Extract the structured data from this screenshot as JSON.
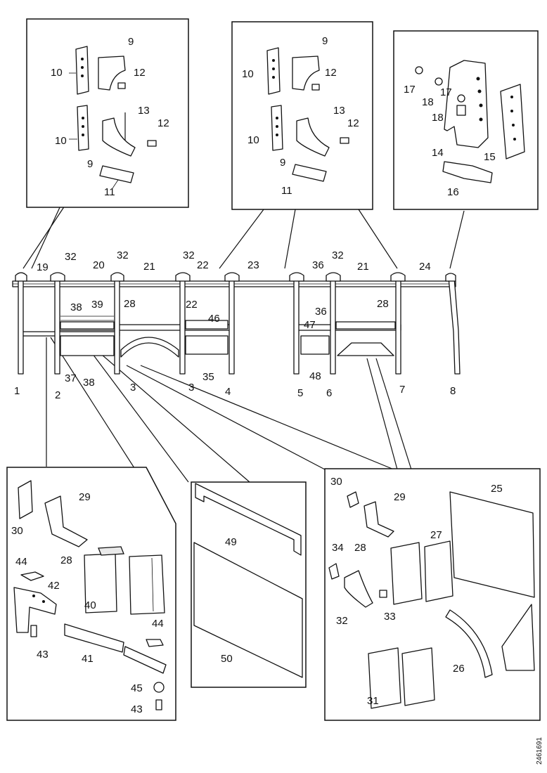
{
  "title": "",
  "document_number": "2461691",
  "main_assembly": {
    "post_labels": [
      "1",
      "2",
      "3",
      "3",
      "4",
      "5",
      "6",
      "7",
      "8"
    ],
    "top_labels": [
      "19",
      "32",
      "20",
      "32",
      "21",
      "32",
      "22",
      "23",
      "36",
      "32",
      "21",
      "24"
    ],
    "inner_labels": [
      "38",
      "39",
      "28",
      "22",
      "46",
      "36",
      "47",
      "28",
      "37",
      "38",
      "35",
      "48"
    ]
  },
  "detail_a": {
    "labels": [
      "9",
      "10",
      "12",
      "13",
      "10",
      "12",
      "9",
      "11"
    ]
  },
  "detail_b": {
    "labels": [
      "9",
      "10",
      "12",
      "13",
      "10",
      "12",
      "9",
      "11"
    ]
  },
  "detail_c": {
    "labels": [
      "17",
      "17",
      "18",
      "18",
      "14",
      "15",
      "16"
    ]
  },
  "detail_d": {
    "labels": [
      "29",
      "30",
      "28",
      "44",
      "42",
      "40",
      "44",
      "43",
      "41",
      "45",
      "43"
    ]
  },
  "detail_e": {
    "labels": [
      "49",
      "50"
    ]
  },
  "detail_f": {
    "labels": [
      "30",
      "29",
      "25",
      "34",
      "28",
      "27",
      "32",
      "33",
      "26",
      "31"
    ]
  }
}
